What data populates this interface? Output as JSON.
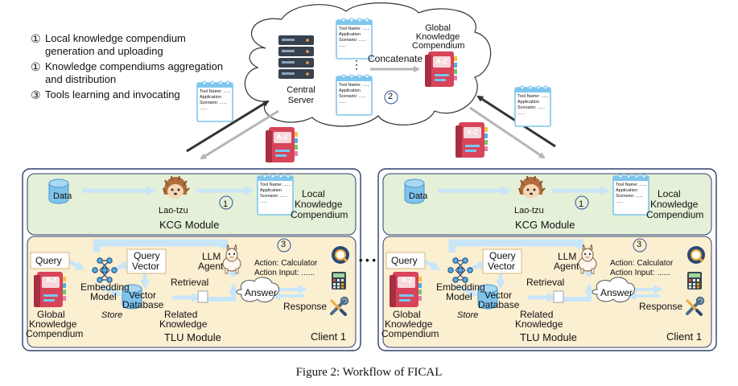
{
  "legend": [
    {
      "num": "①",
      "lines": [
        "Local knowledge compendium",
        "generation and uploading"
      ]
    },
    {
      "num": "①",
      "lines": [
        "Knowledge compendiums aggregation",
        "and distribution"
      ]
    },
    {
      "num": "③",
      "lines": [
        "Tools learning and invocating"
      ]
    }
  ],
  "server": {
    "label_lines": [
      "Central",
      "Server"
    ],
    "concatenate": "Concatenate",
    "global_lines": [
      "Global",
      "Knowledge",
      "Compendium"
    ],
    "step_number": "2",
    "dots": "⋮"
  },
  "tool_card": {
    "line1": "Tool Name: ......",
    "line2": "Application",
    "line3": "Scenario: ......",
    "line4": "......"
  },
  "book_label": "A-Z",
  "between_clients": "• • •",
  "client": {
    "kcg": {
      "data": "Data",
      "agent": "Lao-tzu",
      "step": "1",
      "local_lines": [
        "Local",
        "Knowledge",
        "Compendium"
      ],
      "module": "KCG Module"
    },
    "tlu": {
      "step": "3",
      "query": "Query",
      "query_vector_lines": [
        "Query",
        "Vector"
      ],
      "llm_lines": [
        "LLM",
        "Agent"
      ],
      "action1": "Action: Calculator",
      "action2": "Action Input: ......",
      "embedding_lines": [
        "Embedding",
        "Model"
      ],
      "retrieval": "Retrieval",
      "vector_db_lines": [
        "Vector",
        "Database"
      ],
      "answer": "Answer",
      "response": "Response",
      "global_lines": [
        "Global",
        "Knowledge",
        "Compendium"
      ],
      "store": "Store",
      "related_lines": [
        "Related",
        "Knowledge"
      ],
      "module": "TLU Module",
      "client_name": "Client 1"
    }
  },
  "caption": "Figure 2: Workflow of FICAL",
  "colors": {
    "kcg_fill": "#e4f0d8",
    "tlu_fill": "#fbefd2",
    "frame": "#2f3f6a",
    "flow": "#c9e6f8",
    "db": "#7ec3ec",
    "book": "#d8445a"
  }
}
